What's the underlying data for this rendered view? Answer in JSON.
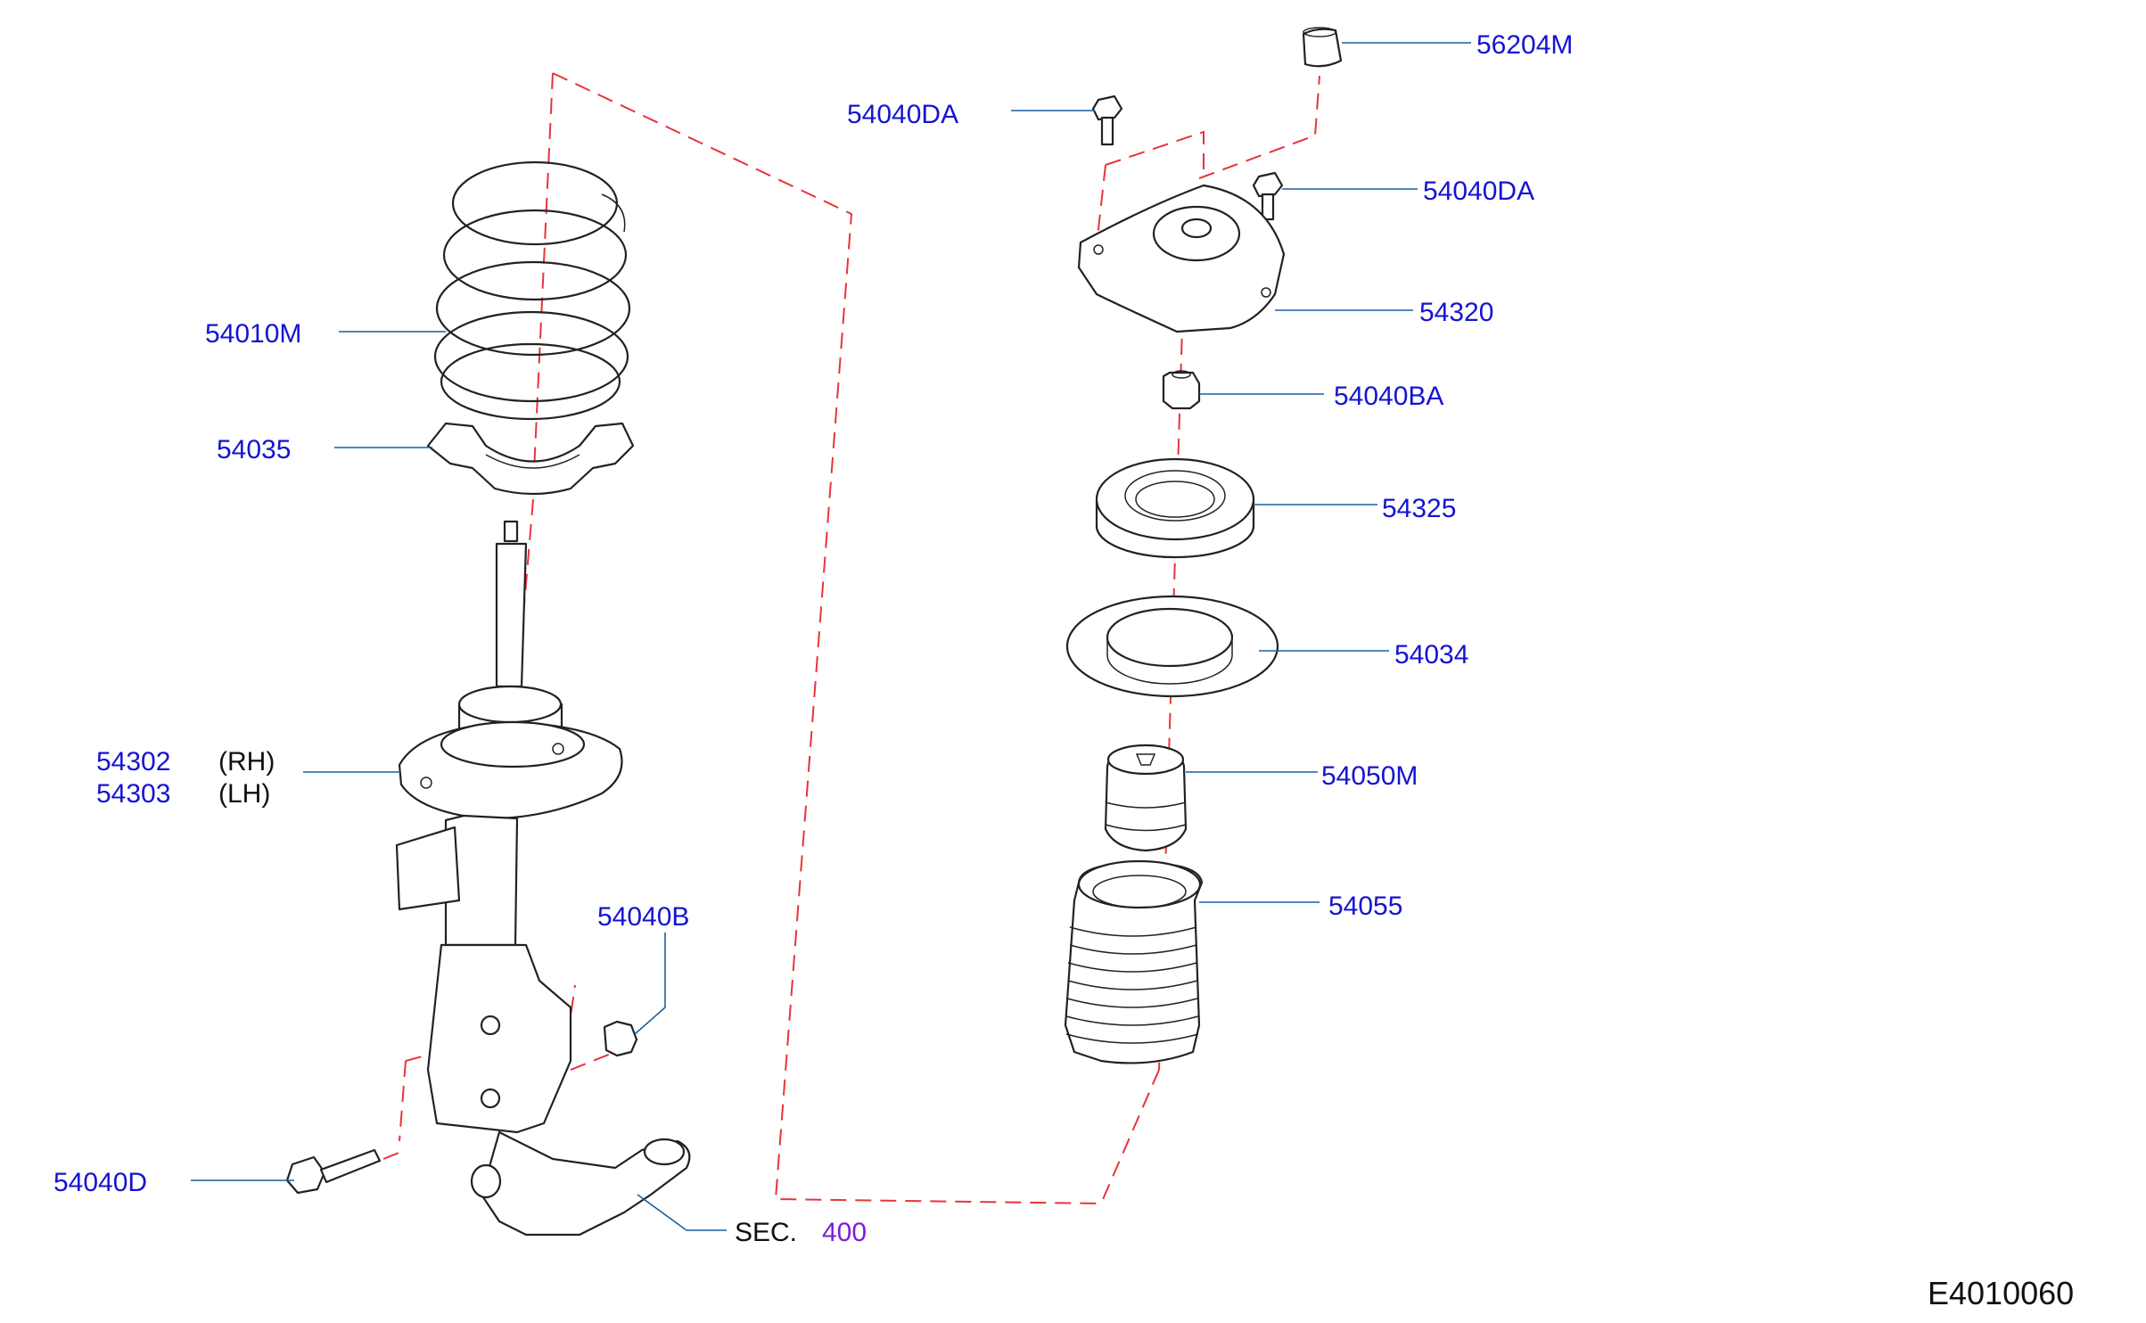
{
  "diagram_code": "E4010060",
  "parts": {
    "p56204M": "56204M",
    "p54040DA_left": "54040DA",
    "p54040DA_right": "54040DA",
    "p54320": "54320",
    "p54040BA": "54040BA",
    "p54325": "54325",
    "p54034": "54034",
    "p54050M": "54050M",
    "p54055": "54055",
    "p54010M": "54010M",
    "p54035": "54035",
    "p54302": "54302",
    "p54303": "54303",
    "p54040B": "54040B",
    "p54040D": "54040D"
  },
  "side_labels": {
    "rh": "(RH)",
    "lh": "(LH)"
  },
  "section_ref": {
    "prefix": "SEC.",
    "number": "400"
  },
  "colors": {
    "label": "#1414d2",
    "dash": "#e8333a",
    "leader": "#1a5fa0",
    "section_number": "#7a1ed6"
  }
}
